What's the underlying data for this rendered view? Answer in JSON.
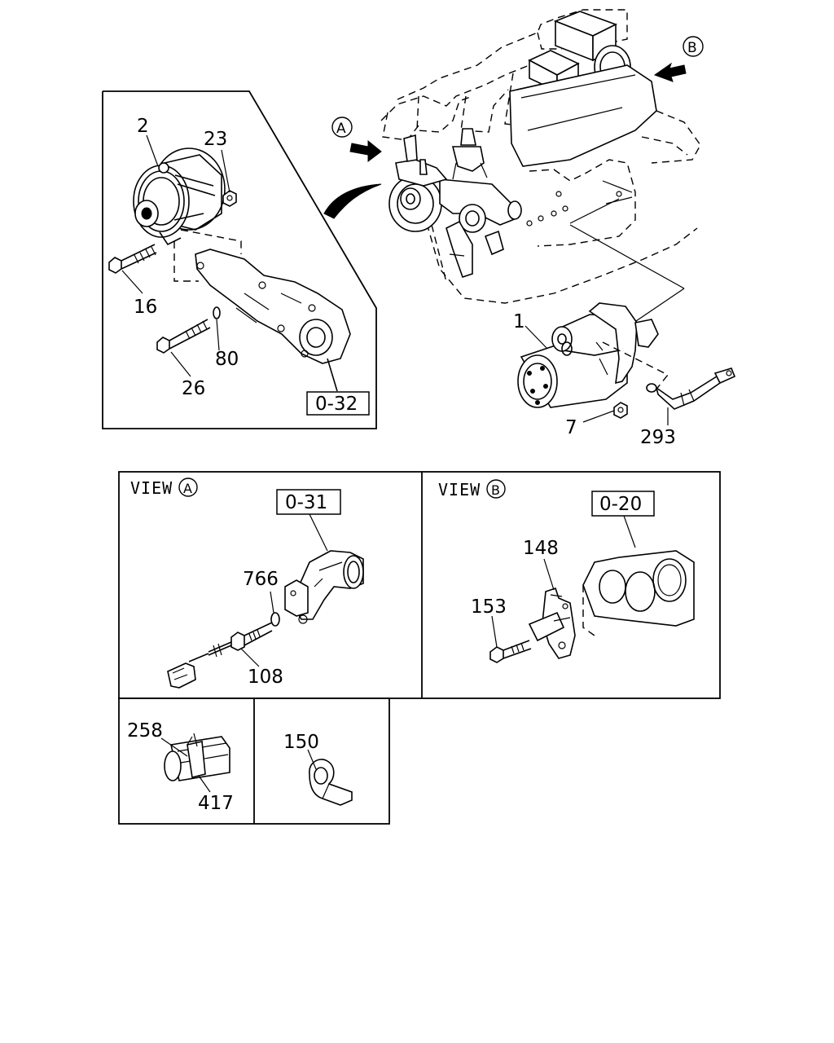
{
  "part_numbers": {
    "alternator": "2",
    "nut_alt": "23",
    "bolt_alt_upper": "16",
    "bolt_alt_lower": "26",
    "washer_alt": "80",
    "starter": "1",
    "nut_starter": "7",
    "cable_starter": "293",
    "washer_view_a": "766",
    "sensor_view_a": "108",
    "bracket_view_b": "148",
    "bolt_view_b": "153",
    "clip_a": "258",
    "clip_b": "417",
    "clamp": "150"
  },
  "refs": {
    "alternator_bracket": "0-32",
    "view_a_part": "0-31",
    "view_b_part": "0-20"
  },
  "views": {
    "a_label": "VIEW",
    "a_letter": "A",
    "b_label": "VIEW",
    "b_letter": "B"
  },
  "arrows": {
    "a_letter": "A",
    "b_letter": "B"
  }
}
